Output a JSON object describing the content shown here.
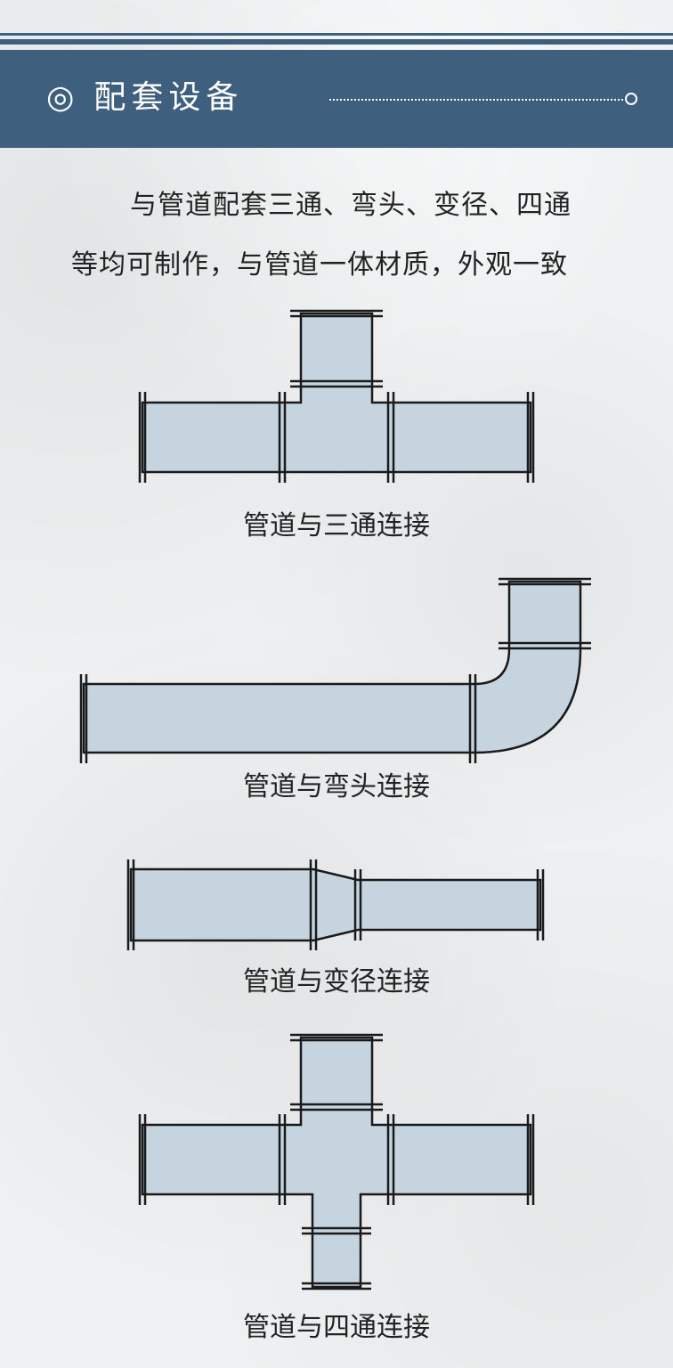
{
  "header": {
    "bullet": "◎",
    "title": "配套设备"
  },
  "intro": {
    "line1": "与管道配套三通、弯头、变径、四通",
    "line2": "等均可制作，与管道一体材质，外观一致"
  },
  "diagrams": [
    {
      "caption": "管道与三通连接"
    },
    {
      "caption": "管道与弯头连接"
    },
    {
      "caption": "管道与变径连接"
    },
    {
      "caption": "管道与四通连接"
    }
  ],
  "colors": {
    "header_bg": "#3e5f7e",
    "pipe_fill": "#c5d4de",
    "outline": "#1a1a1a"
  }
}
